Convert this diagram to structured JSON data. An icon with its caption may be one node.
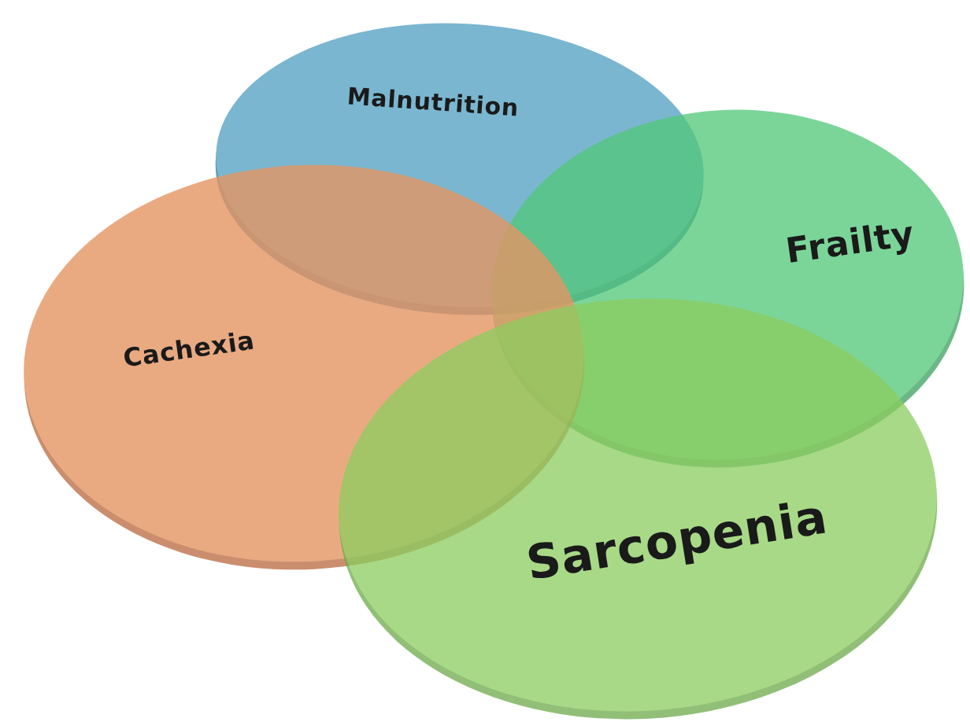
{
  "diagram": {
    "nodes": [
      {
        "text": [
          "Malnutrition"
        ]
      },
      {
        "text": [
          "Frailty"
        ]
      },
      {
        "text": [
          "Cachexia"
        ]
      },
      {
        "text": [
          "Sarcopenia"
        ]
      }
    ]
  }
}
